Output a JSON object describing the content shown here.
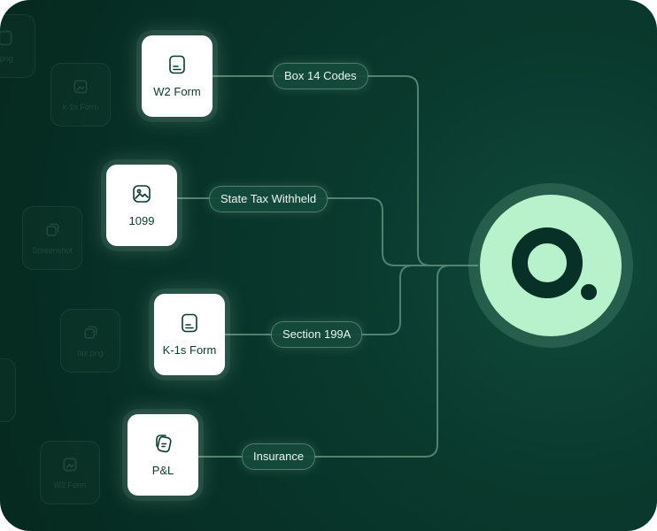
{
  "theme": {
    "background": "#073026",
    "line_color": "#5e8f7b",
    "card_bg": "#ffffff",
    "card_text": "#0b3b2e",
    "pill_bg": "#174a3a",
    "pill_text": "#e9f5ee",
    "hub_color": "#b7f2cc",
    "hub_logo_color": "#073026"
  },
  "sources": [
    {
      "label": "W2 Form",
      "icon": "document-icon",
      "field": "Box 14 Codes"
    },
    {
      "label": "1099",
      "icon": "image-icon",
      "field": "State Tax Withheld"
    },
    {
      "label": "K-1s Form",
      "icon": "document-icon",
      "field": "Section 199A"
    },
    {
      "label": "P&L",
      "icon": "receipt-stack-icon",
      "field": "Insurance"
    }
  ],
  "background_files": [
    {
      "label": ".png",
      "icon": "file-icon"
    },
    {
      "label": "k-1s Form",
      "icon": "image-icon"
    },
    {
      "label": "Screenshot",
      "icon": "stack-icon"
    },
    {
      "label": "fax.png",
      "icon": "stack-icon"
    },
    {
      "label": "W2 Form",
      "icon": "image-icon"
    }
  ],
  "hub": {
    "icon": "logo-icon"
  }
}
